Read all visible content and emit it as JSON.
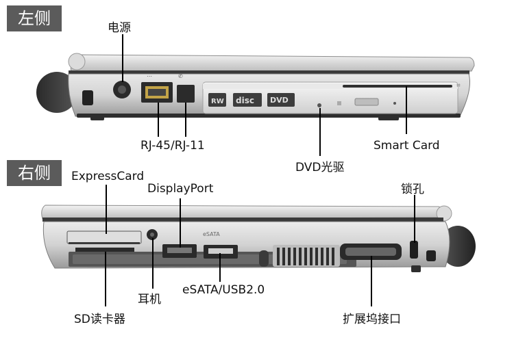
{
  "left_side": {
    "tag": "左侧",
    "labels": {
      "power": "电源",
      "rj_ports": "RJ-45/RJ-11",
      "dvd_drive": "DVD光驱",
      "smart_card": "Smart Card"
    },
    "drive_markings": {
      "rw": "RW",
      "disc": "disc",
      "dvd": "DVD"
    }
  },
  "right_side": {
    "tag": "右侧",
    "labels": {
      "express_card": "ExpressCard",
      "display_port": "DisplayPort",
      "lock_slot": "锁孔",
      "headphone": "耳机",
      "esata_usb": "eSATA/USB2.0",
      "sd_reader": "SD读卡器",
      "dock_port": "扩展坞接口"
    },
    "port_markings": {
      "esata": "eSATA"
    }
  }
}
